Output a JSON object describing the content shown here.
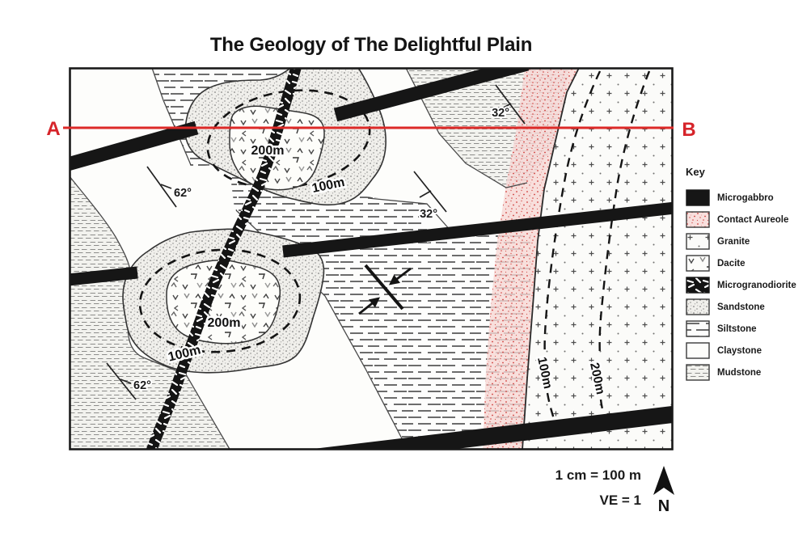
{
  "title": "The Geology of The Delightful Plain",
  "section_line": {
    "start_label": "A",
    "end_label": "B"
  },
  "map_labels": {
    "upper_intrusion_inner": "200m",
    "upper_intrusion_outer": "100m",
    "lower_intrusion_inner": "200m",
    "lower_intrusion_outer": "100m",
    "granite_inner_contour": "100m",
    "granite_outer_contour": "200m"
  },
  "dip_readings": {
    "upper_left": "62°",
    "lower_left": "62°",
    "upper_right": "32°",
    "middle": "32°"
  },
  "legend": {
    "heading": "Key",
    "items": [
      {
        "label": "Microgabbro",
        "pattern": "microgabbro"
      },
      {
        "label": "Contact Aureole",
        "pattern": "contact-aureole"
      },
      {
        "label": "Granite",
        "pattern": "granite"
      },
      {
        "label": "Dacite",
        "pattern": "dacite"
      },
      {
        "label": "Microgranodiorite",
        "pattern": "microgranodiorite"
      },
      {
        "label": "Sandstone",
        "pattern": "sandstone"
      },
      {
        "label": "Siltstone",
        "pattern": "siltstone"
      },
      {
        "label": "Claystone",
        "pattern": "claystone"
      },
      {
        "label": "Mudstone",
        "pattern": "mudstone"
      }
    ]
  },
  "scale": {
    "ratio": "1 cm = 100 m",
    "vertical_exaggeration": "VE = 1",
    "north_label": "N"
  },
  "colors": {
    "section_line_red": "#DD2A28",
    "aureole_pink": "#F6D7D5",
    "aureole_speck_red": "#CE3B38",
    "ink_black": "#161616"
  }
}
